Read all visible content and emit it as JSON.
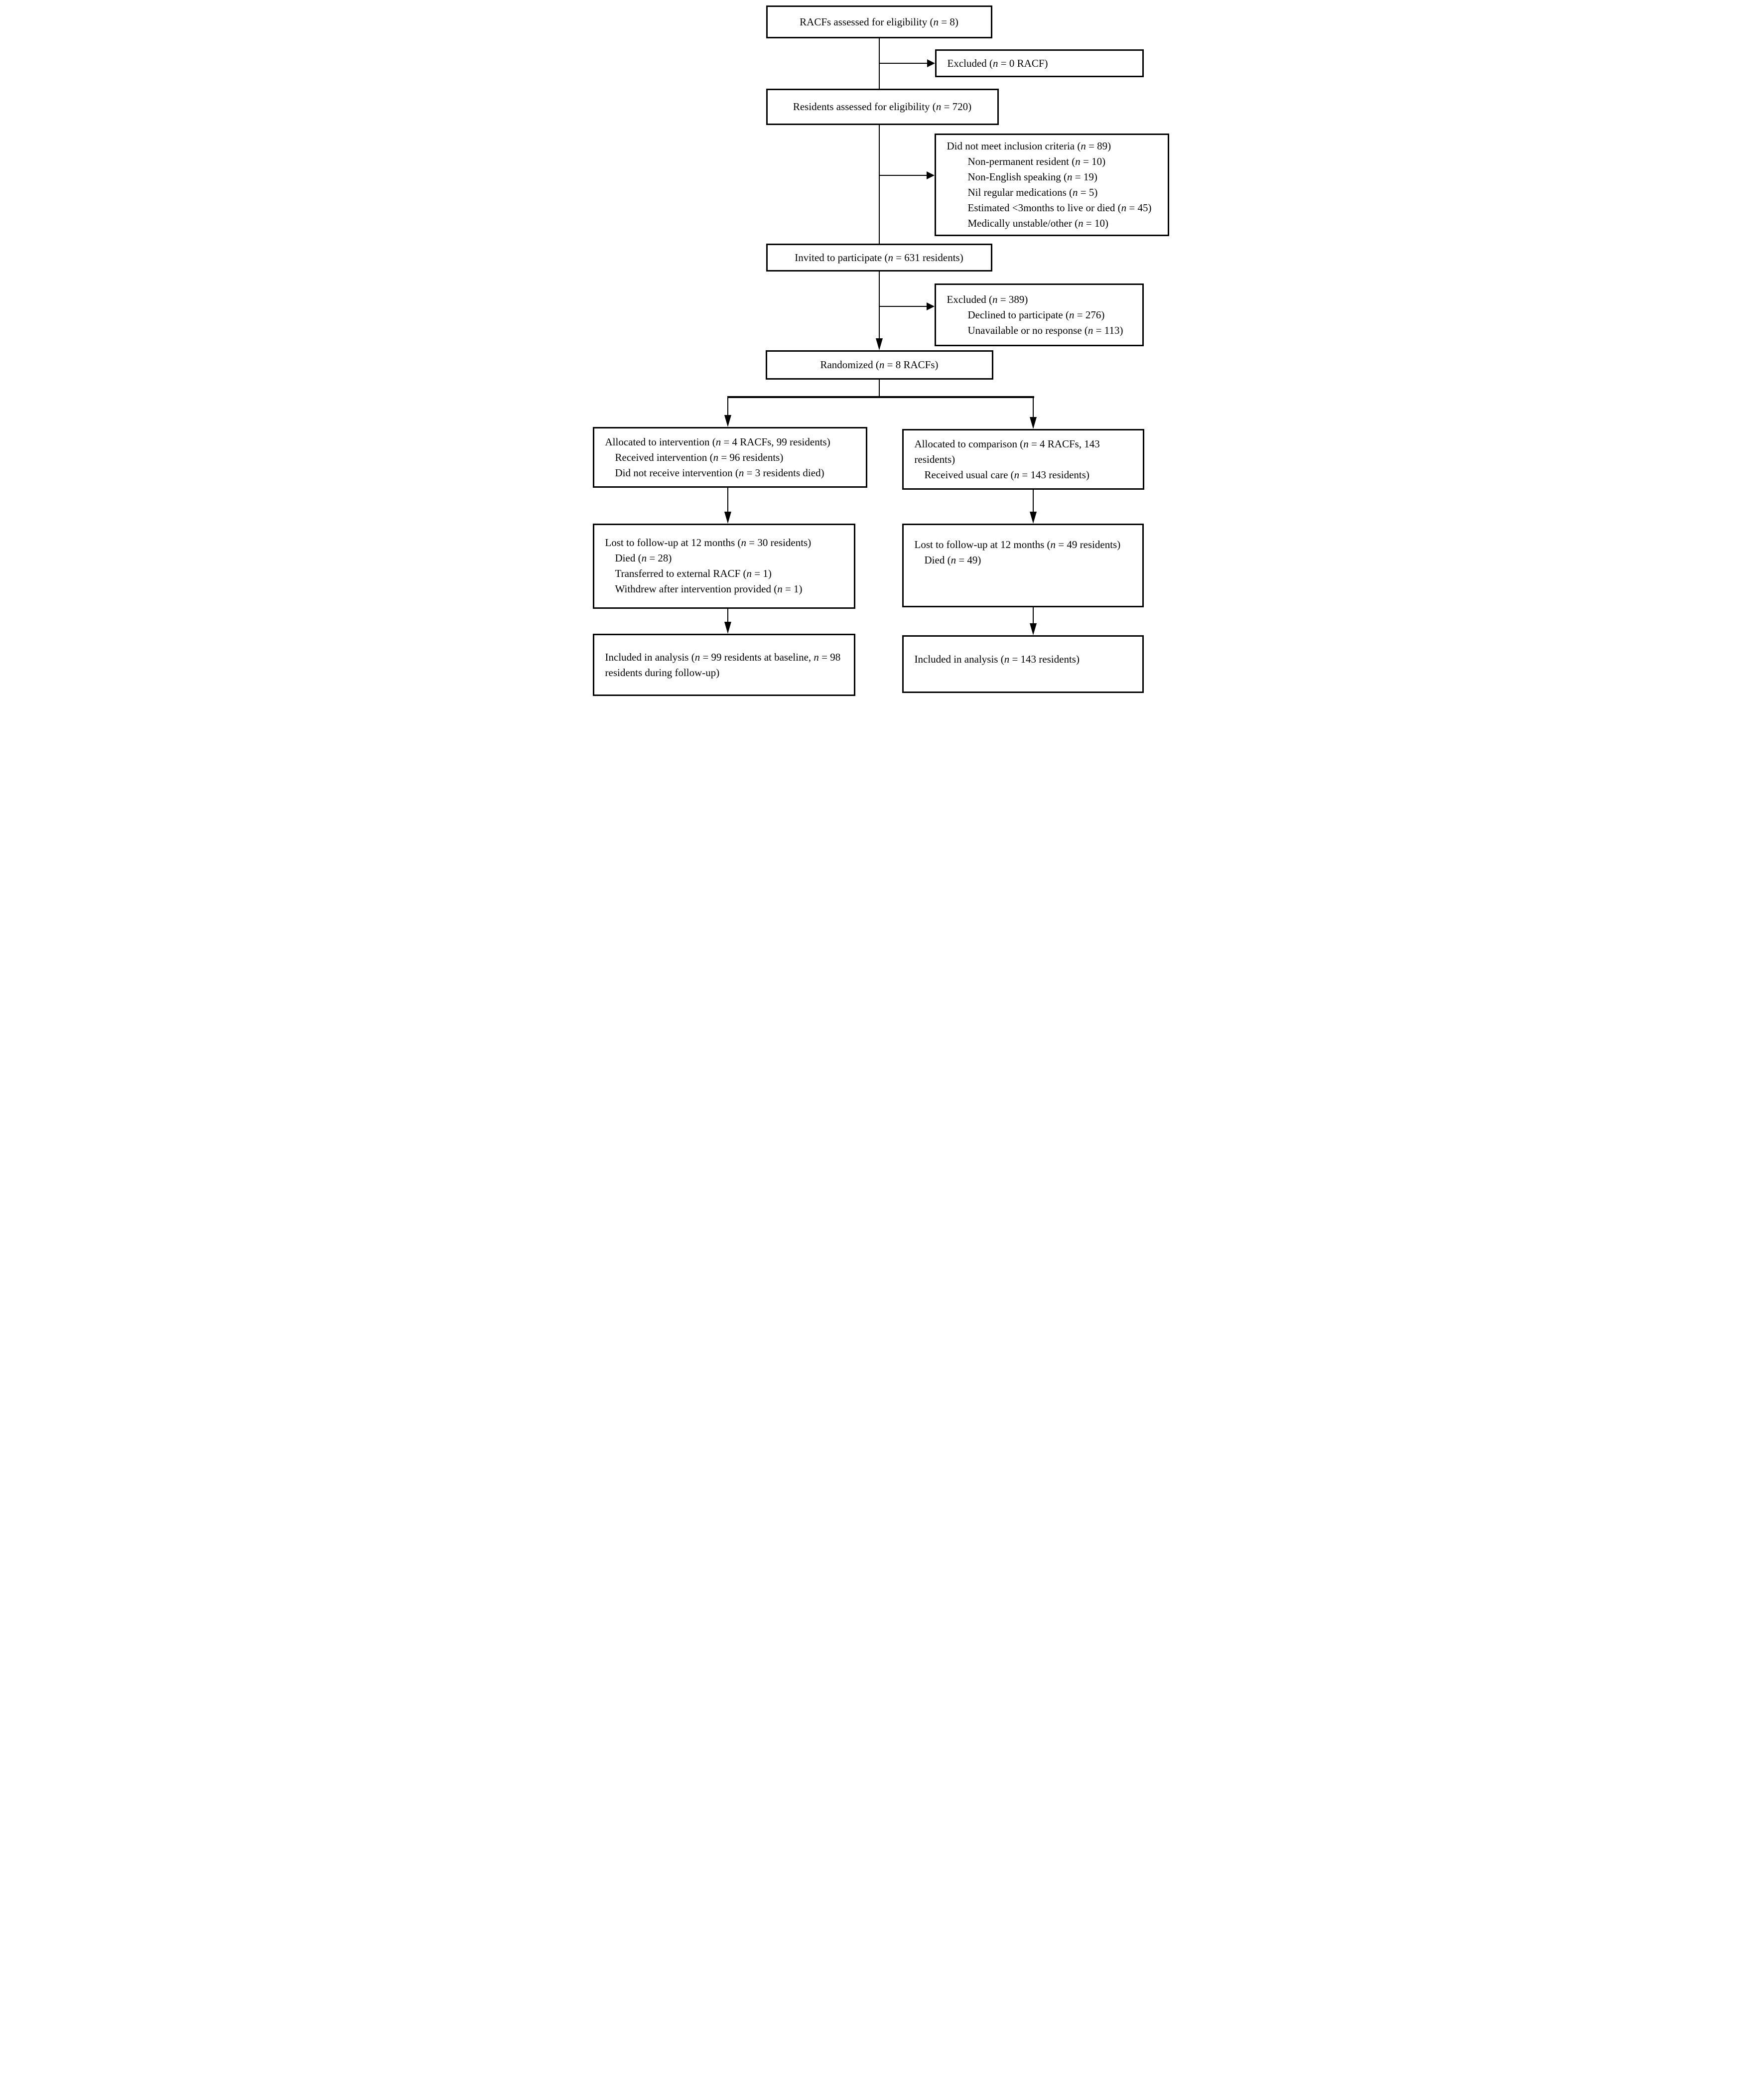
{
  "diagram": {
    "type": "flowchart",
    "colors": {
      "line": "#000000",
      "box_border": "#000000",
      "background": "#ffffff",
      "text": "#000000"
    },
    "boxes": {
      "racfs_assessed": {
        "lines": [
          {
            "text": "RACFs assessed for eligibility (n = 8)",
            "indent": 0
          }
        ]
      },
      "excluded_racfs": {
        "lines": [
          {
            "text": "Excluded (n = 0 RACF)",
            "indent": 0
          }
        ]
      },
      "residents_assessed": {
        "lines": [
          {
            "text": "Residents assessed for eligibility (n = 720)",
            "indent": 0
          }
        ]
      },
      "did_not_meet_criteria": {
        "lines": [
          {
            "text": "Did not meet inclusion criteria (n = 89)",
            "indent": 0
          },
          {
            "text": "Non-permanent resident (n = 10)",
            "indent": 1
          },
          {
            "text": "Non-English speaking (n = 19)",
            "indent": 1
          },
          {
            "text": "Nil regular medications (n = 5)",
            "indent": 1
          },
          {
            "text": "Estimated <3months to live or died (n = 45)",
            "indent": 1
          },
          {
            "text": "Medically unstable/other (n = 10)",
            "indent": 1
          }
        ]
      },
      "invited": {
        "lines": [
          {
            "text": "Invited to participate (n = 631 residents)",
            "indent": 0
          }
        ]
      },
      "excluded_residents": {
        "lines": [
          {
            "text": "Excluded (n = 389)",
            "indent": 0
          },
          {
            "text": "Declined to participate (n = 276)",
            "indent": 1
          },
          {
            "text": "Unavailable or no response (n = 113)",
            "indent": 1
          }
        ]
      },
      "randomized": {
        "lines": [
          {
            "text": "Randomized (n = 8 RACFs)",
            "indent": 0
          }
        ]
      },
      "allocated_intervention": {
        "lines": [
          {
            "text": "Allocated to intervention (n = 4 RACFs, 99 residents)",
            "indent": 0
          },
          {
            "text": "Received intervention (n = 96 residents)",
            "indent": 1
          },
          {
            "text": "Did not receive intervention (n = 3 residents died)",
            "indent": 1
          }
        ]
      },
      "allocated_comparison": {
        "lines": [
          {
            "text": "Allocated to comparison (n = 4 RACFs, 143 residents)",
            "indent": 0
          },
          {
            "text": "Received usual care (n = 143 residents)",
            "indent": 1
          }
        ]
      },
      "lost_intervention": {
        "lines": [
          {
            "text": "Lost to follow-up at 12 months (n = 30 residents)",
            "indent": 0
          },
          {
            "text": "Died (n = 28)",
            "indent": 1
          },
          {
            "text": "Transferred to external RACF (n = 1)",
            "indent": 1
          },
          {
            "text": "Withdrew after intervention provided (n = 1)",
            "indent": 1
          }
        ]
      },
      "lost_comparison": {
        "lines": [
          {
            "text": "Lost to follow-up at 12 months (n = 49 residents)",
            "indent": 0
          },
          {
            "text": "Died (n = 49)",
            "indent": 1
          }
        ]
      },
      "analysis_intervention": {
        "lines": [
          {
            "text": "Included in analysis (n = 99 residents at baseline, n = 98 residents during follow-up)",
            "indent": 0
          }
        ]
      },
      "analysis_comparison": {
        "lines": [
          {
            "text": "Included in analysis (n = 143 residents)",
            "indent": 0
          }
        ]
      }
    }
  }
}
